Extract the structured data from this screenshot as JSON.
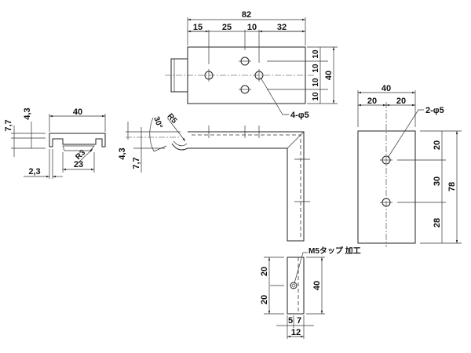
{
  "drawing": {
    "top_view": {
      "overall_width": "82",
      "dims_horizontal": [
        "15",
        "25",
        "10",
        "32"
      ],
      "dims_vertical": [
        "10",
        "10",
        "10",
        "10"
      ],
      "overall_height": "40",
      "hole_note": "4-φ5"
    },
    "side_section": {
      "width": "40",
      "slot_width": "23",
      "radius": "R3",
      "thickness": "2,3",
      "height_outer": "7,7",
      "height_inner": "4,3"
    },
    "front_view": {
      "angle": "30°",
      "radius": "R5",
      "height_outer": "7,7",
      "height_inner": "4,3"
    },
    "right_view": {
      "overall_width": "40",
      "half_widths": [
        "20",
        "20"
      ],
      "hole_note": "2-φ5",
      "dims_vertical": [
        "20",
        "30",
        "28"
      ],
      "overall_height": "78"
    },
    "bottom_view": {
      "tap_note": "M5タップ 加工",
      "dims_vertical": [
        "20",
        "20"
      ],
      "overall_height": "40",
      "dims_horizontal": [
        "5",
        "7"
      ],
      "overall_width": "12"
    }
  }
}
